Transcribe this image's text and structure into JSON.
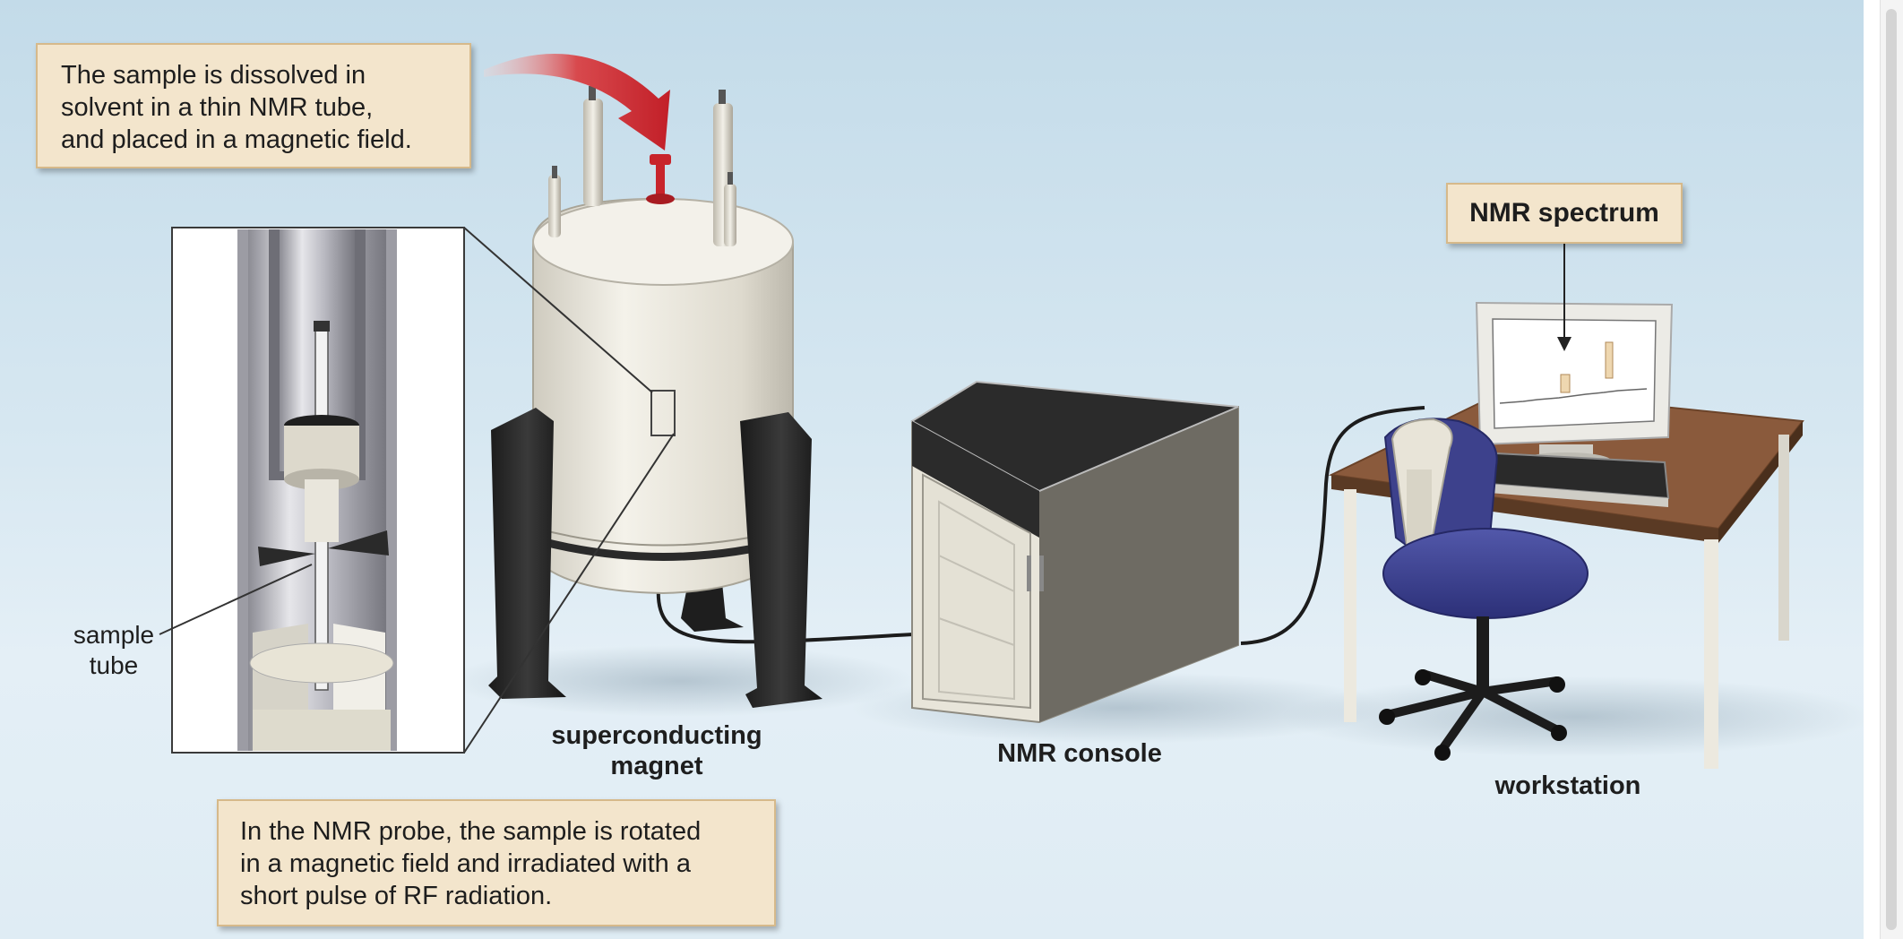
{
  "callouts": {
    "top_lines": [
      "The sample is dissolved in",
      "solvent in a thin NMR tube,",
      "and placed in a magnetic field."
    ],
    "bottom_lines": [
      "In the NMR probe, the sample is rotated",
      "in a magnetic field and irradiated with a",
      "short pulse of RF radiation."
    ]
  },
  "labels": {
    "sample_tube_line1": "sample",
    "sample_tube_line2": "tube",
    "magnet_line1": "superconducting",
    "magnet_line2": "magnet",
    "console": "NMR console",
    "workstation": "workstation",
    "spectrum": "NMR spectrum"
  },
  "colors": {
    "background": "#cfe3ee",
    "callout_fill": "#f3e5cc",
    "callout_border": "#d6b98a",
    "arrow_red": "#c8242b",
    "magnet_body": "#e9e6dc",
    "cabinet_dark": "#2b2b2b",
    "desk_top": "#8a5a3c",
    "chair_seat": "#3b3f8f"
  },
  "icons": [
    "curved-arrow",
    "magnet",
    "console-cabinet",
    "computer-monitor",
    "keyboard",
    "desk",
    "office-chair",
    "probe-inset"
  ]
}
